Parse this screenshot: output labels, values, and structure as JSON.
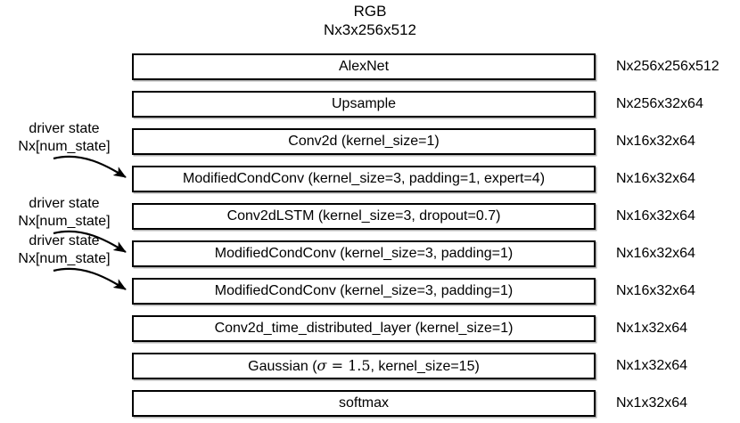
{
  "header": {
    "title": "RGB",
    "shape": "Nx3x256x512"
  },
  "layers": [
    {
      "label": "AlexNet",
      "output": "Nx256x256x512"
    },
    {
      "label": "Upsample",
      "output": "Nx256x32x64"
    },
    {
      "label": "Conv2d (kernel_size=1)",
      "output": "Nx16x32x64"
    },
    {
      "label": "ModifiedCondConv (kernel_size=3, padding=1, expert=4)",
      "output": "Nx16x32x64"
    },
    {
      "label": "Conv2dLSTM (kernel_size=3, dropout=0.7)",
      "output": "Nx16x32x64"
    },
    {
      "label": "ModifiedCondConv (kernel_size=3, padding=1)",
      "output": "Nx16x32x64"
    },
    {
      "label": "ModifiedCondConv (kernel_size=3, padding=1)",
      "output": "Nx16x32x64"
    },
    {
      "label": "Conv2d_time_distributed_layer (kernel_size=1)",
      "output": "Nx1x32x64"
    },
    {
      "label": "Gaussian (σ = 1.5, kernel_size=15)",
      "output": "Nx1x32x64"
    },
    {
      "label": "softmax",
      "output": "Nx1x32x64"
    }
  ],
  "gaussian_parts": {
    "prefix": "Gaussian (",
    "sigma": "σ",
    "equals": "=",
    "value": "1.5",
    "suffix": ", kernel_size=15)"
  },
  "driver_inputs": [
    {
      "line1": "driver state",
      "line2": "Nx[num_state]",
      "target_layer_index": 3
    },
    {
      "line1": "driver state",
      "line2": "Nx[num_state]",
      "target_layer_index": 5
    },
    {
      "line1": "driver state",
      "line2": "Nx[num_state]",
      "target_layer_index": 6
    }
  ],
  "colors": {
    "stroke": "#000000",
    "background": "#ffffff",
    "shadow": "rgba(0,0,0,0.30)"
  }
}
